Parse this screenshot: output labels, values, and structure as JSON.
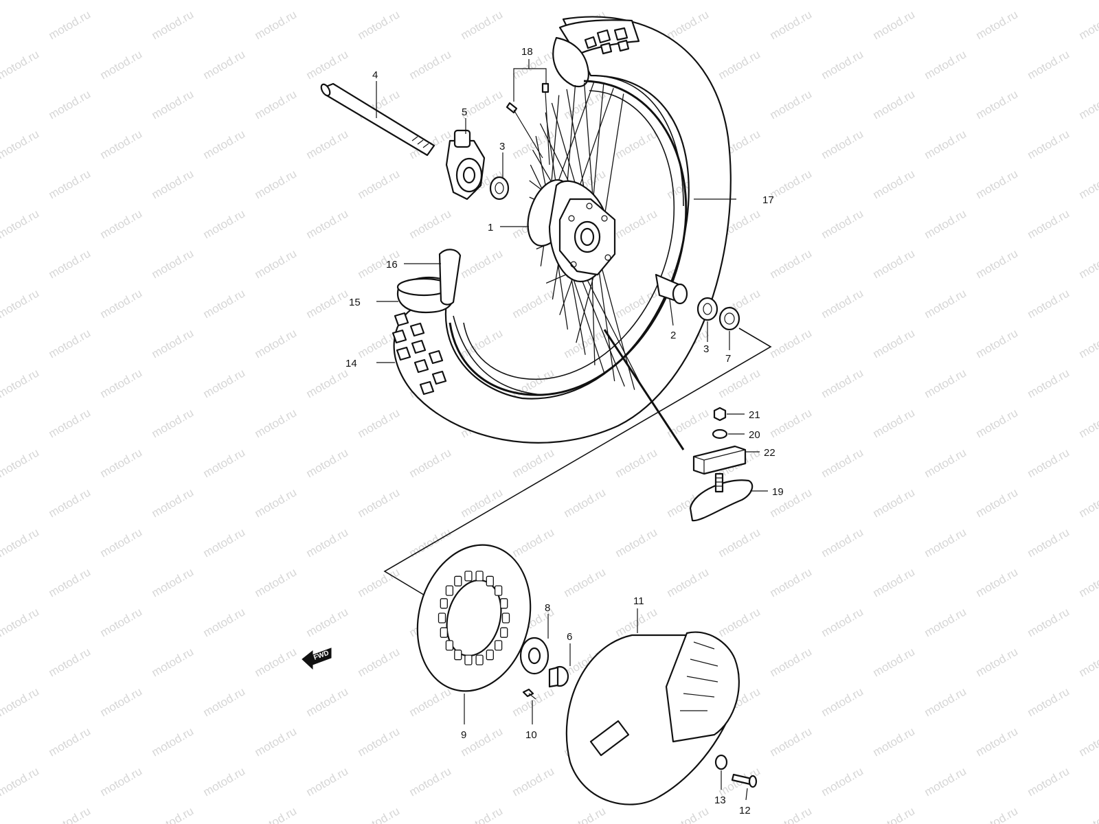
{
  "watermark": "motod.ru",
  "fwd_label": "FWD",
  "callouts": [
    {
      "id": "c4",
      "number": "4"
    },
    {
      "id": "c5",
      "number": "5"
    },
    {
      "id": "c3a",
      "number": "3"
    },
    {
      "id": "c18",
      "number": "18"
    },
    {
      "id": "c1",
      "number": "1"
    },
    {
      "id": "c17",
      "number": "17"
    },
    {
      "id": "c16",
      "number": "16"
    },
    {
      "id": "c15",
      "number": "15"
    },
    {
      "id": "c14",
      "number": "14"
    },
    {
      "id": "c2",
      "number": "2"
    },
    {
      "id": "c3b",
      "number": "3"
    },
    {
      "id": "c7",
      "number": "7"
    },
    {
      "id": "c21",
      "number": "21"
    },
    {
      "id": "c20",
      "number": "20"
    },
    {
      "id": "c22",
      "number": "22"
    },
    {
      "id": "c19",
      "number": "19"
    },
    {
      "id": "c11",
      "number": "11"
    },
    {
      "id": "c8",
      "number": "8"
    },
    {
      "id": "c6",
      "number": "6"
    },
    {
      "id": "c9",
      "number": "9"
    },
    {
      "id": "c10",
      "number": "10"
    },
    {
      "id": "c13",
      "number": "13"
    },
    {
      "id": "c12",
      "number": "12"
    }
  ],
  "colors": {
    "line": "#111111",
    "background": "#ffffff",
    "watermark": "#d6d6d6"
  }
}
